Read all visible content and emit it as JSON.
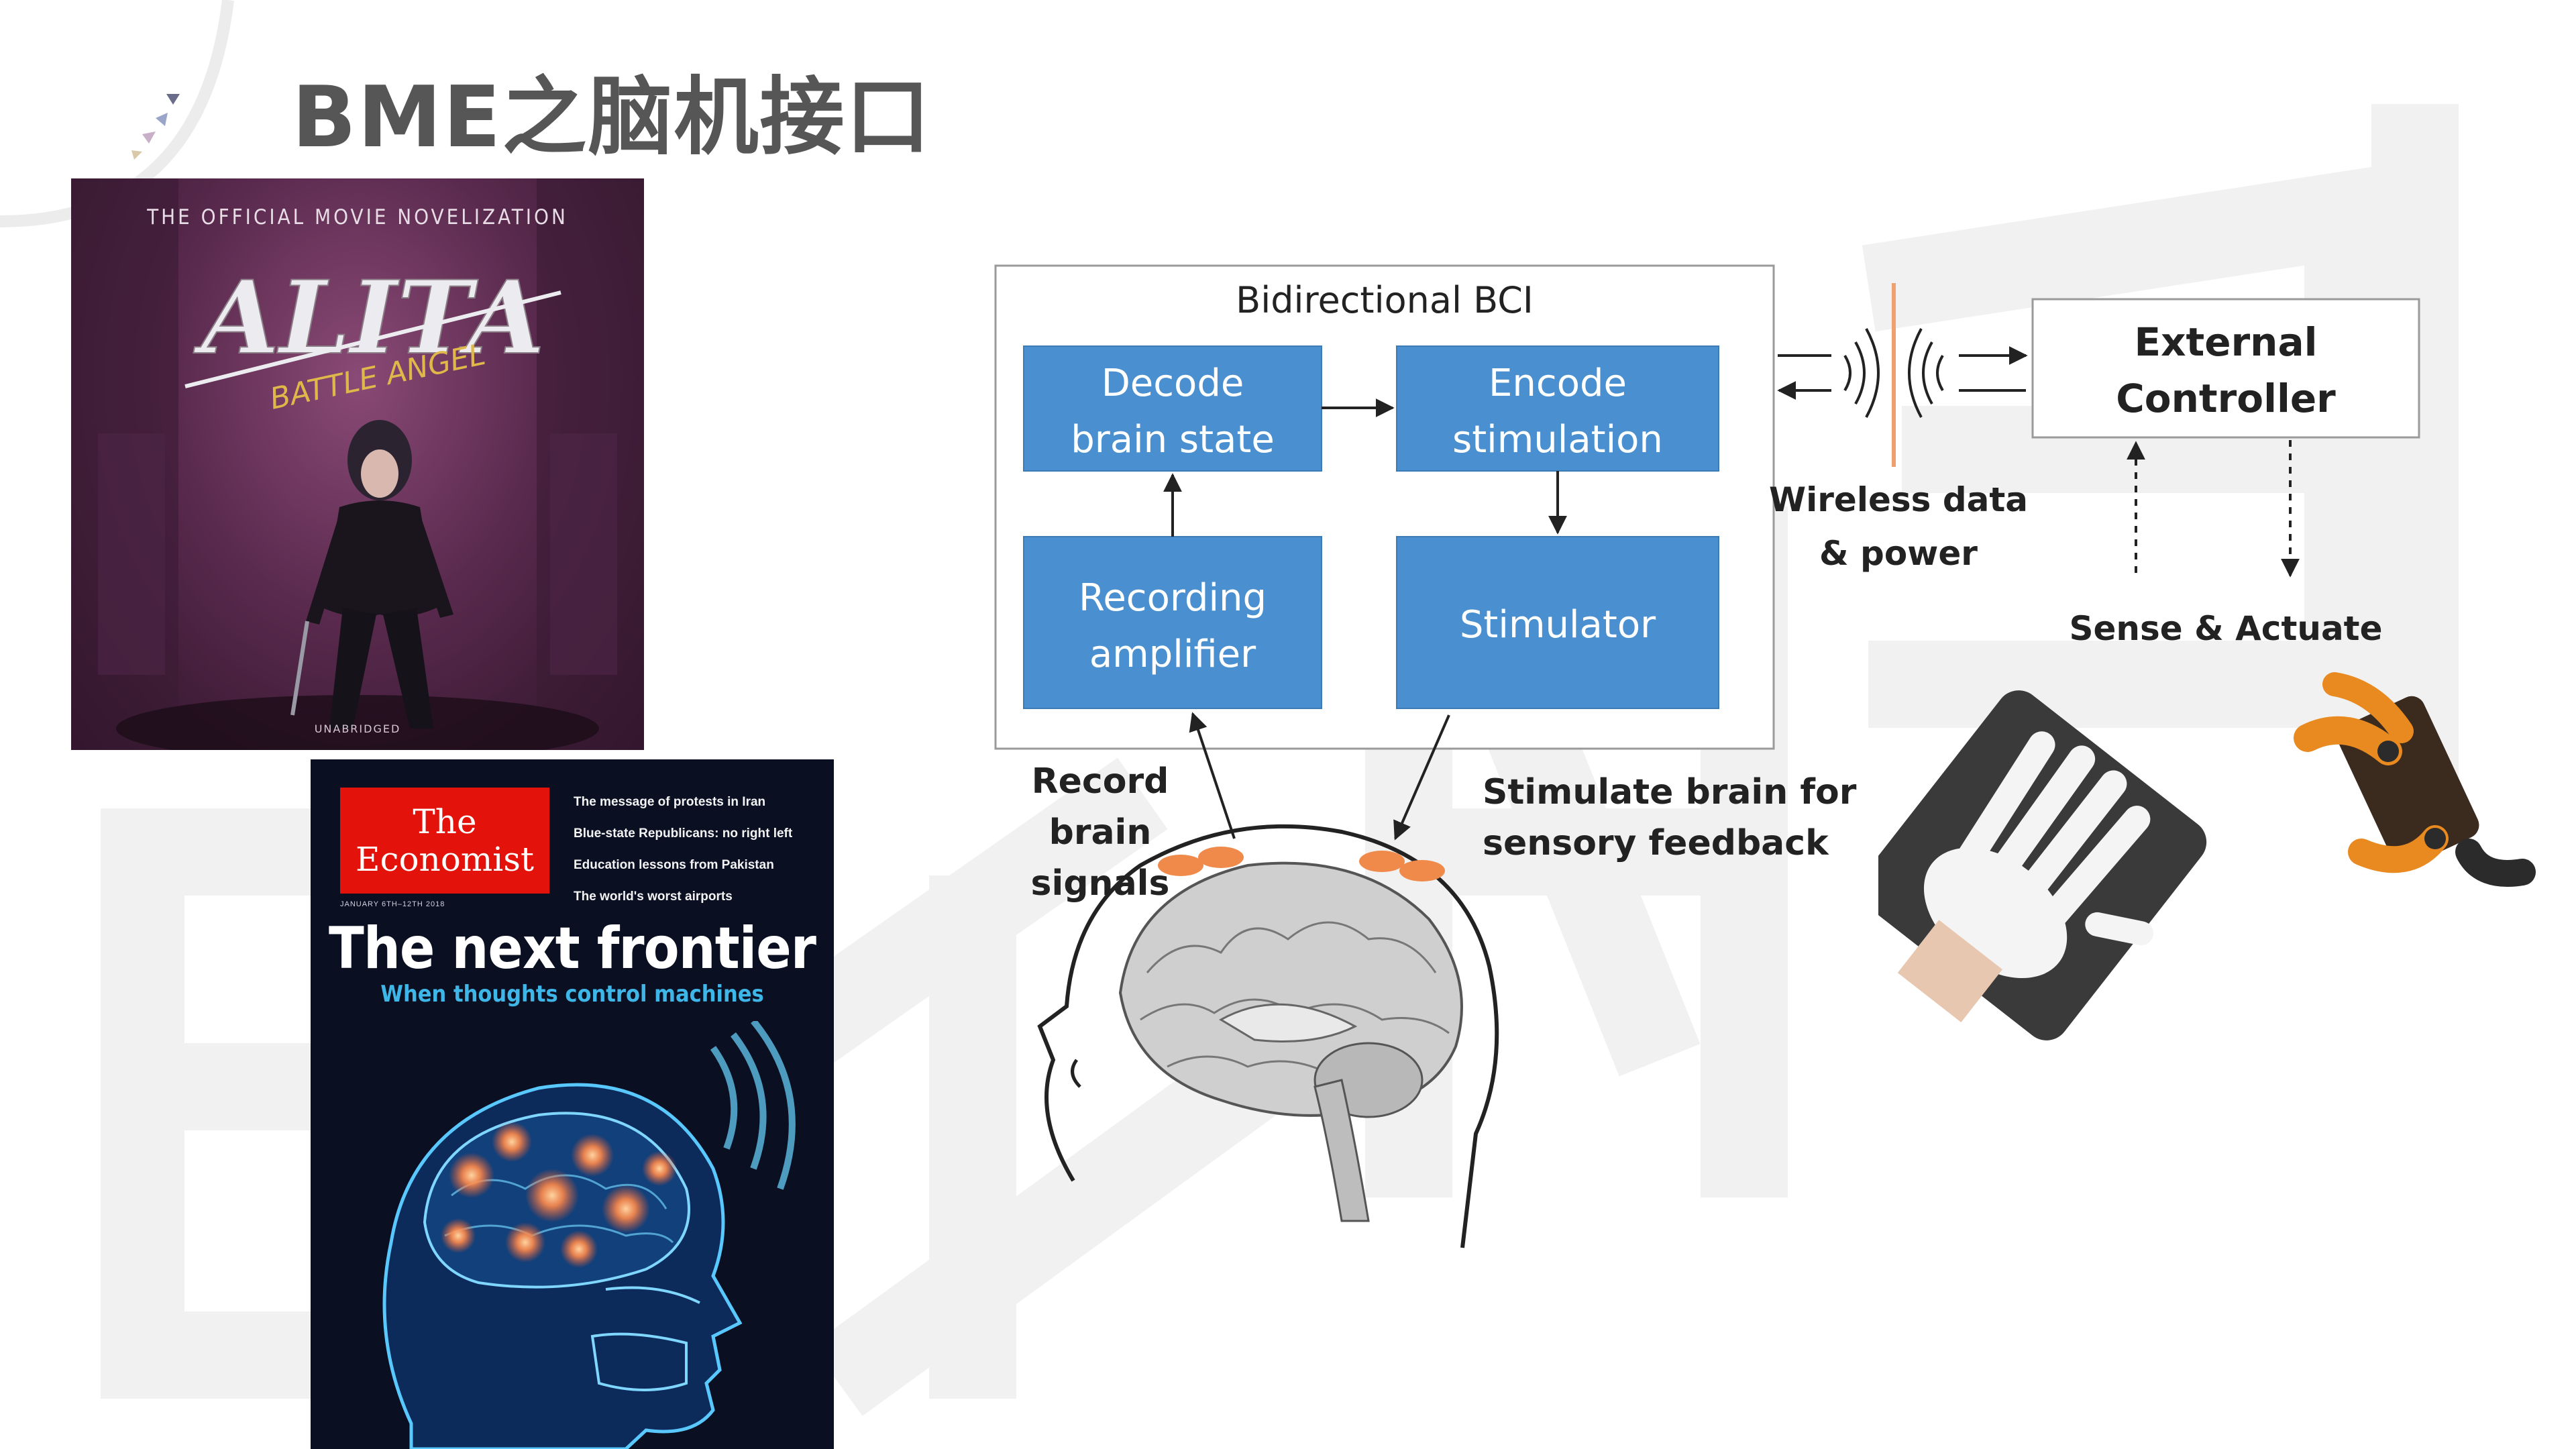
{
  "slide": {
    "title": "BME之脑机接口"
  },
  "alita_cover": {
    "tagline": "THE OFFICIAL MOVIE NOVELIZATION",
    "logo_main": "ALITA",
    "logo_sub": "BATTLE ANGEL",
    "footer": "UNABRIDGED"
  },
  "economist_cover": {
    "brand_line1": "The",
    "brand_line2": "Economist",
    "headlines": [
      "The message of protests in Iran",
      "Blue-state Republicans: no right left",
      "Education lessons from Pakistan",
      "The world's worst airports"
    ],
    "dateline": "JANUARY 6TH–12TH 2018",
    "title": "The next frontier",
    "subtitle": "When thoughts control machines",
    "colors": {
      "brand_red": "#e3120b",
      "background": "#0a0f22",
      "accent": "#3fb6e8"
    }
  },
  "bci_diagram": {
    "frame_title": "Bidirectional BCI",
    "blocks": {
      "decode": [
        "Decode",
        "brain state"
      ],
      "encode": [
        "Encode",
        "stimulation"
      ],
      "recording": [
        "Recording",
        "amplifier"
      ],
      "stimulator": [
        "Stimulator"
      ]
    },
    "external": [
      "External",
      "Controller"
    ],
    "wireless": [
      "Wireless data",
      "& power"
    ],
    "sense": "Sense & Actuate",
    "record_label": [
      "Record",
      "brain",
      "signals"
    ],
    "stimulate_label": [
      "Stimulate brain for",
      "sensory feedback"
    ],
    "colors": {
      "block_fill": "#4a8fcf",
      "block_text": "#ffffff",
      "wireless_divider": "#f0a070"
    }
  }
}
